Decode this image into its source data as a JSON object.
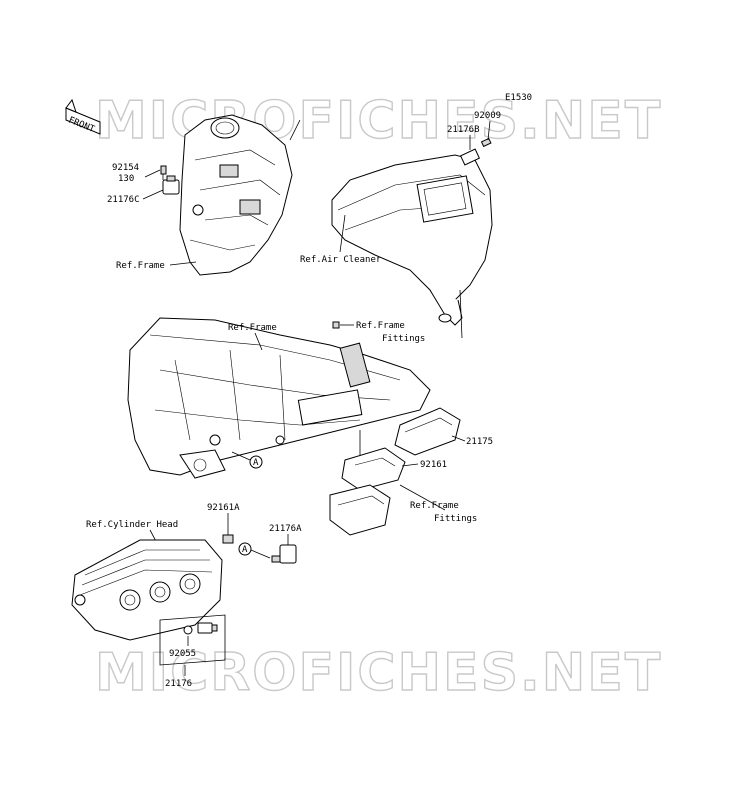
{
  "diagram": {
    "code": "E1530",
    "front_label": "FRONT",
    "watermark": "MICROFICHES.NET",
    "labels": {
      "p92154": "92154",
      "p130": "130",
      "p21176C": "21176C",
      "ref_frame_top": "Ref.Frame",
      "p92009": "92009",
      "p21176B": "21176B",
      "ref_air_cleaner": "Ref.Air Cleaner",
      "ref_frame_mid": "Ref.Frame",
      "ref_frame_fittings_1a": "Ref.Frame",
      "ref_frame_fittings_1b": "Fittings",
      "p21175": "21175",
      "p92161": "92161",
      "ref_frame_fittings_2a": "Ref.Frame",
      "ref_frame_fittings_2b": "Fittings",
      "p92161A": "92161A",
      "p21176A": "21176A",
      "ref_cylinder_head": "Ref.Cylinder Head",
      "callout_a1": "A",
      "callout_a2": "A",
      "p92055": "92055",
      "p21176": "21176"
    }
  }
}
